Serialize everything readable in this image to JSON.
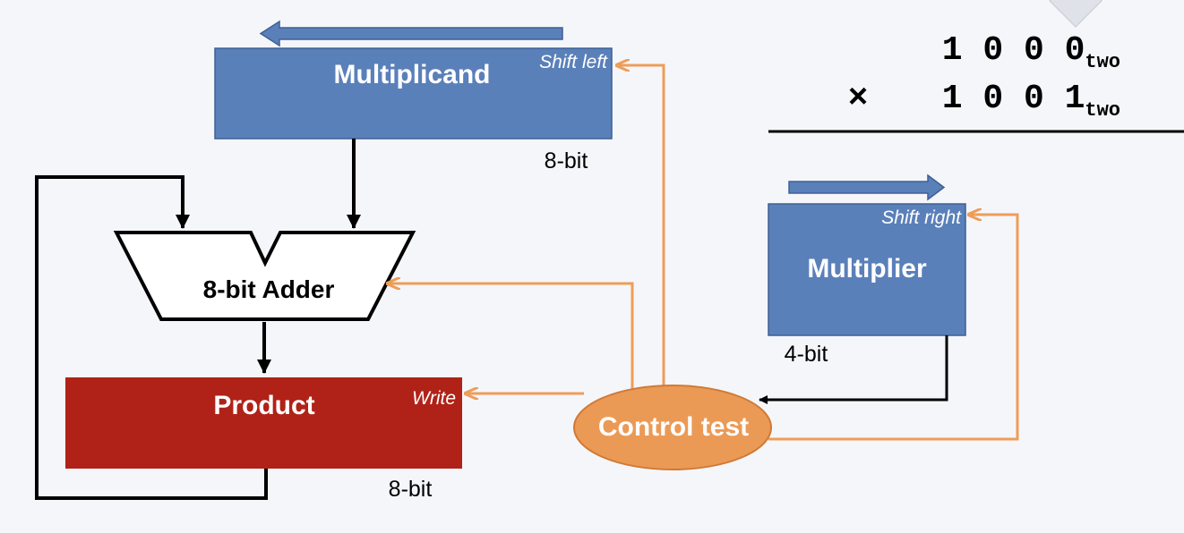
{
  "colors": {
    "register_blue": "#5a80ba",
    "register_border": "#3e5f94",
    "product_red": "#b02218",
    "control_orange": "#eb9a56",
    "control_border": "#d07a36",
    "orange_line": "#ee9d58",
    "black_line": "#000000",
    "white_text": "#ffffff"
  },
  "multiplicand": {
    "label": "Multiplicand",
    "action": "Shift left",
    "width": "8-bit"
  },
  "adder": {
    "label": "8-bit Adder"
  },
  "product": {
    "label": "Product",
    "action": "Write",
    "width": "8-bit"
  },
  "multiplier": {
    "label": "Multiplier",
    "action": "Shift right",
    "width": "4-bit"
  },
  "control": {
    "label": "Control test"
  },
  "example": {
    "row1": "1 0 0 0",
    "row1_sub": "two",
    "times_sign": "×",
    "row2": "1 0 0 1",
    "row2_sub": "two"
  }
}
